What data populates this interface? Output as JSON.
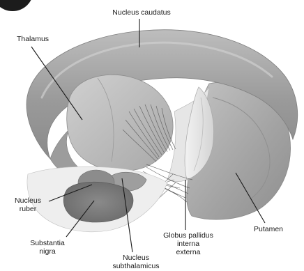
{
  "labels": {
    "nucleus_caudatus": "Nucleus caudatus",
    "thalamus": "Thalamus",
    "nucleus_ruber_line1": "Nucleus",
    "nucleus_ruber_line2": "ruber",
    "substantia_nigra_line1": "Substantia",
    "substantia_nigra_line2": "nigra",
    "nucleus_subthalamicus_line1": "Nucleus",
    "nucleus_subthalamicus_line2": "subthalamicus",
    "globus_pallidus_line1": "Globus pallidus",
    "globus_pallidus_line2": "interna",
    "globus_pallidus_line3": "externa",
    "putamen": "Putamen"
  },
  "colors": {
    "background": "#ffffff",
    "caudate": "#9a9a9a",
    "putamen": "#a6a6a6",
    "thalamus": "#b8b8b8",
    "nigra": "#7a7a7a",
    "ruber": "#8c8c8c",
    "pallidus": "#e2e2e2",
    "leader_line": "#1a1a1a",
    "corner_mark": "#1c1c1c"
  }
}
